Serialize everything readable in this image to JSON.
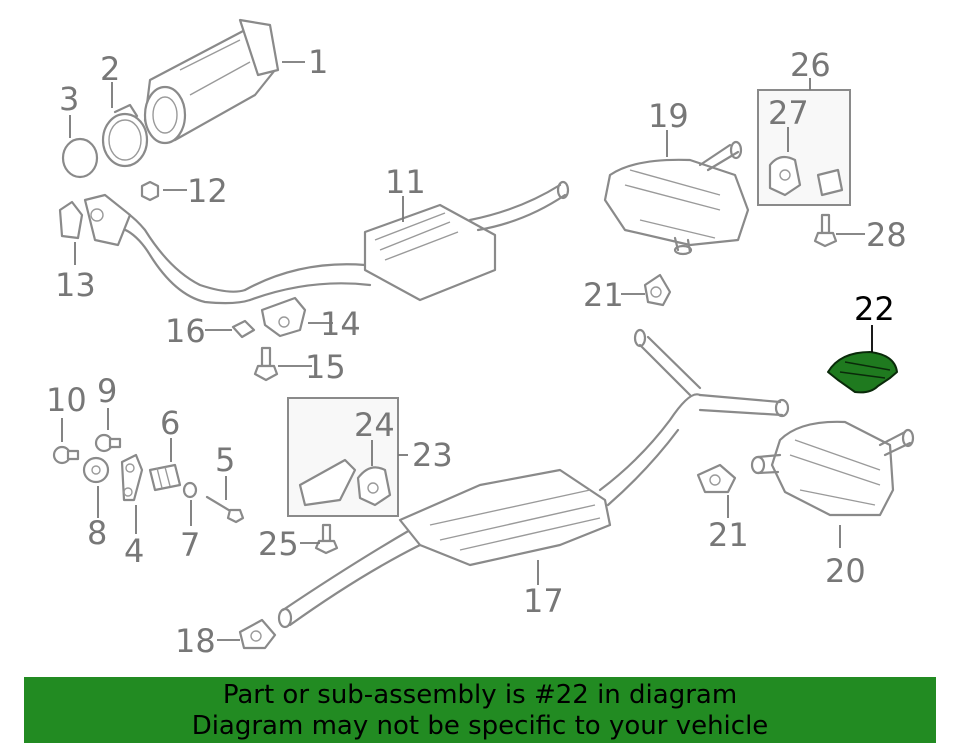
{
  "callouts": [
    {
      "id": "1",
      "label": "1"
    },
    {
      "id": "2",
      "label": "2"
    },
    {
      "id": "3",
      "label": "3"
    },
    {
      "id": "4",
      "label": "4"
    },
    {
      "id": "5",
      "label": "5"
    },
    {
      "id": "6",
      "label": "6"
    },
    {
      "id": "7",
      "label": "7"
    },
    {
      "id": "8",
      "label": "8"
    },
    {
      "id": "9",
      "label": "9"
    },
    {
      "id": "10",
      "label": "10"
    },
    {
      "id": "11",
      "label": "11"
    },
    {
      "id": "12",
      "label": "12"
    },
    {
      "id": "13",
      "label": "13"
    },
    {
      "id": "14",
      "label": "14"
    },
    {
      "id": "15",
      "label": "15"
    },
    {
      "id": "16",
      "label": "16"
    },
    {
      "id": "17",
      "label": "17"
    },
    {
      "id": "18",
      "label": "18"
    },
    {
      "id": "19",
      "label": "19"
    },
    {
      "id": "20",
      "label": "20"
    },
    {
      "id": "21a",
      "label": "21"
    },
    {
      "id": "21b",
      "label": "21"
    },
    {
      "id": "22",
      "label": "22"
    },
    {
      "id": "23",
      "label": "23"
    },
    {
      "id": "24",
      "label": "24"
    },
    {
      "id": "25",
      "label": "25"
    },
    {
      "id": "26",
      "label": "26"
    },
    {
      "id": "27",
      "label": "27"
    },
    {
      "id": "28",
      "label": "28"
    }
  ],
  "highlight": {
    "part": "22",
    "color": "#228b22"
  },
  "banner": {
    "line1": "Part or sub-assembly is #22 in diagram",
    "line2": "Diagram may not be specific to your vehicle",
    "background": "#228b22"
  }
}
